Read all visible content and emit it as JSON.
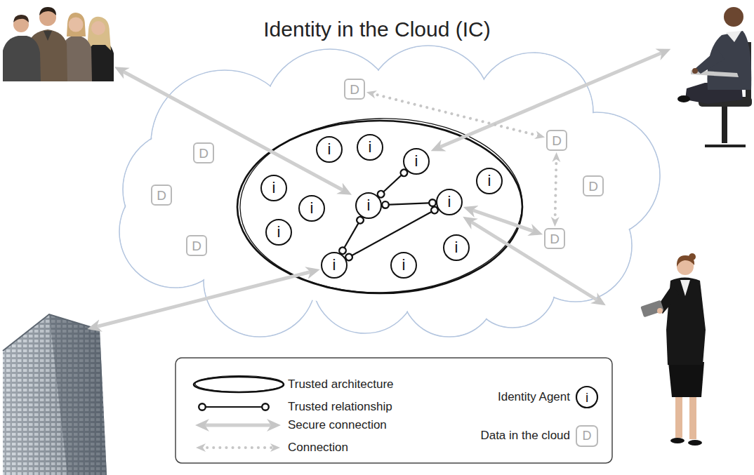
{
  "diagram": {
    "title": "Identity in the Cloud (IC)",
    "nodes": [
      {
        "text": [
          "D"
        ]
      },
      {
        "text": [
          "i"
        ]
      },
      {
        "text": [
          "i"
        ]
      },
      {
        "text": [
          "D"
        ]
      },
      {
        "text": [
          "i"
        ]
      },
      {
        "text": [
          "D"
        ]
      },
      {
        "text": [
          "i"
        ]
      },
      {
        "text": [
          "D"
        ]
      },
      {
        "text": [
          "i"
        ]
      },
      {
        "text": [
          "D"
        ]
      },
      {
        "text": [
          "i"
        ]
      },
      {
        "text": [
          "i"
        ]
      },
      {
        "text": [
          "i"
        ]
      },
      {
        "text": [
          "i"
        ]
      },
      {
        "text": [
          "D"
        ]
      },
      {
        "text": [
          "D"
        ]
      },
      {
        "text": [
          "i"
        ]
      },
      {
        "text": [
          "i"
        ]
      },
      {
        "text": [
          "i"
        ]
      }
    ],
    "edges": [
      {
        "from": 17,
        "to": 11,
        "arrow": "none"
      },
      {
        "from": 11,
        "to": 4,
        "arrow": "none"
      },
      {
        "from": 11,
        "to": 12,
        "arrow": "none"
      },
      {
        "from": 17,
        "to": 12,
        "arrow": "none"
      },
      {
        "from": 0,
        "to": 5,
        "arrow": "both"
      },
      {
        "from": 5,
        "to": 14,
        "arrow": "both"
      },
      {
        "from": 14,
        "to": 12,
        "arrow": "both"
      }
    ],
    "labels": [
      "i",
      "D"
    ],
    "legend": [
      {
        "text": "Trusted architecture"
      },
      {
        "text": "Trusted relationship"
      },
      {
        "text": "Secure connection"
      },
      {
        "text": "Connection"
      },
      {
        "text": "Identity Agent"
      },
      {
        "text": "Data in the cloud"
      }
    ]
  }
}
